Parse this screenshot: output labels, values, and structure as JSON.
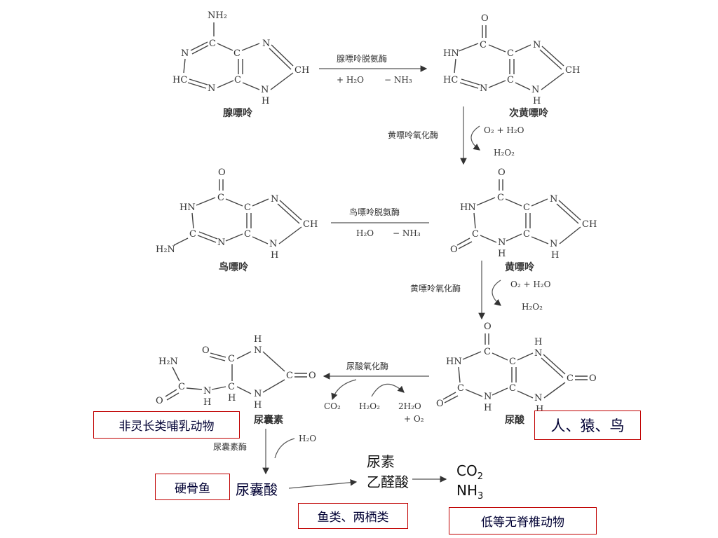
{
  "compounds": {
    "adenine": "腺嘌呤",
    "hypoxanthine": "次黄嘌呤",
    "guanine": "鸟嘌呤",
    "xanthine": "黄嘌呤",
    "uric_acid": "尿酸",
    "allantoin": "尿囊素",
    "allantoic_acid": "尿囊酸",
    "urea": "尿素",
    "glyoxylic_acid": "乙醛酸",
    "co2": "CO",
    "co2_sub": "2",
    "nh3": "NH",
    "nh3_sub": "3"
  },
  "enzymes": {
    "adenine_deaminase": "腺嘌呤脱氨酶",
    "xanthine_oxidase_1": "黄嘌呤氧化酶",
    "guanine_deaminase": "鸟嘌呤脱氨酶",
    "xanthine_oxidase_2": "黄嘌呤氧化酶",
    "urate_oxidase": "尿酸氧化酶",
    "allantoinase": "尿囊素酶"
  },
  "cofactors": {
    "r1_left": "+ H₂O",
    "r1_right": "− NH₃",
    "r2_top": "O₂ + H₂O",
    "r2_bottom": "H₂O₂",
    "r3_left": "H₂O",
    "r3_right": "− NH₃",
    "r4_top": "O₂ + H₂O",
    "r4_bottom": "H₂O₂",
    "r5_a": "CO₂",
    "r5_b": "H₂O₂",
    "r5_c": "2H₂O",
    "r5_d": "+ O₂",
    "r6": "H₂O"
  },
  "organism_labels": {
    "non_primate_mammals": "非灵长类哺乳动物",
    "humans_apes_birds": "人、猿、鸟",
    "bony_fish": "硬骨鱼",
    "fish_amphibians": "鱼类、两栖类",
    "invertebrates": "低等无脊椎动物"
  },
  "colors": {
    "box_border": "#c00000",
    "label_text": "#000033",
    "structure": "#444444"
  }
}
